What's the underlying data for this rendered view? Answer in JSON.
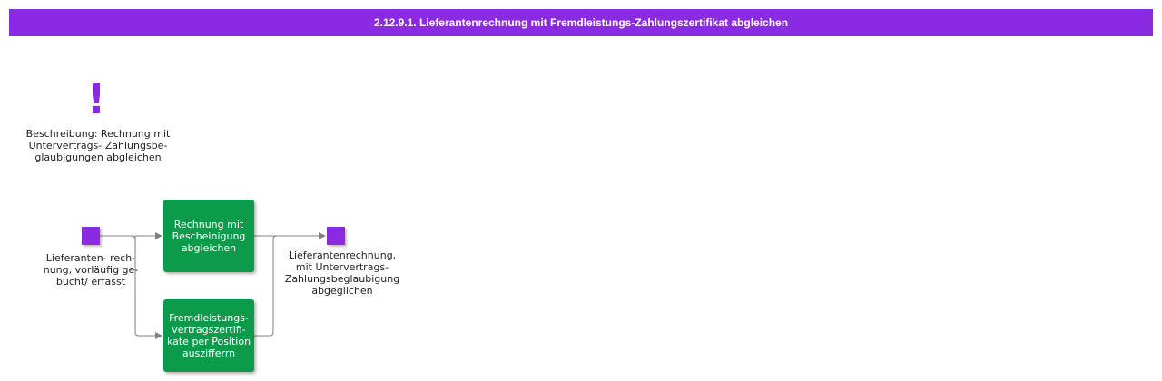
{
  "header": {
    "title": "2.12.9.1. Lieferantenrechnung mit Fremdleistungs-Zahlungszertifikat abgleichen"
  },
  "description": {
    "icon": "exclamation-icon",
    "text": "Beschreibung: Rechnung mit\nUntervertrags- Zahlungsbe-\nglaubigungen abgleichen"
  },
  "events": {
    "start_label": "Lieferanten- rech-\nnung, vorläufig ge-\nbucht/ erfasst",
    "end_label": "Lieferantenrechnung,\nmit Untervertrags-\nZahlungsbeglaubigung\nabgeglichen"
  },
  "tasks": {
    "task1": "Rechnung mit\nBescheinigung\nabgleichen",
    "task2": "Fremdleistungs-\nvertragszertifi-\nkate per Position\nauszifferrn"
  },
  "colors": {
    "header": "#8a2be2",
    "event": "#8a2be2",
    "task": "#0c9a4b",
    "connector": "#808080"
  }
}
